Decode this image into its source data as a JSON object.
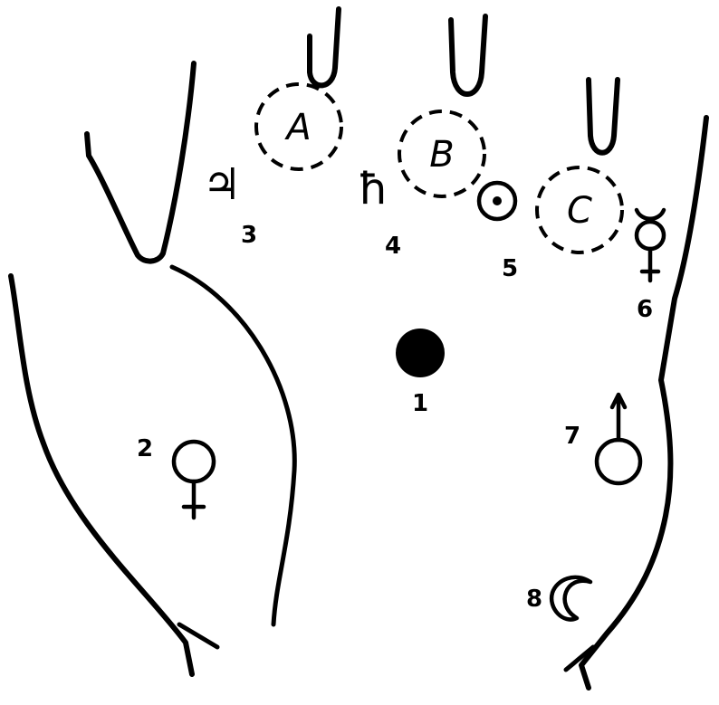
{
  "mounts": {
    "A": {
      "letter": "A"
    },
    "B": {
      "letter": "B"
    },
    "C": {
      "letter": "C"
    }
  },
  "points": [
    {
      "number": "1",
      "symbol": "filled-circle-icon"
    },
    {
      "number": "2",
      "symbol": "venus-icon"
    },
    {
      "number": "3",
      "symbol": "jupiter-icon"
    },
    {
      "number": "4",
      "symbol": "saturn-icon"
    },
    {
      "number": "5",
      "symbol": "sun-icon"
    },
    {
      "number": "6",
      "symbol": "mercury-icon"
    },
    {
      "number": "7",
      "symbol": "mars-icon"
    },
    {
      "number": "8",
      "symbol": "moon-icon"
    }
  ],
  "glyphs": {
    "jupiter": "♃",
    "saturn": "ħ"
  }
}
